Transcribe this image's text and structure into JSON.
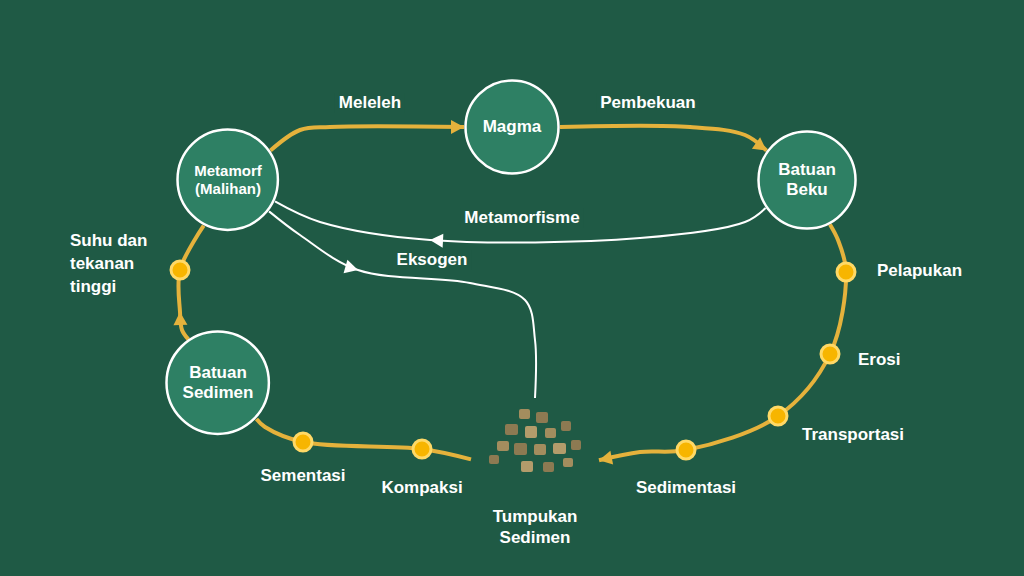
{
  "diagram": {
    "nodes": [
      {
        "text": [
          "Metamorf (Malihan)"
        ]
      },
      {
        "text": [
          "Magma"
        ]
      },
      {
        "text": [
          "Batuan Beku"
        ]
      },
      {
        "text": [
          "Batuan Sedimen"
        ]
      },
      {
        "text": [
          "Tumpukan Sedimen"
        ]
      }
    ],
    "edges": [
      {
        "from": 0,
        "to": 1,
        "arrow": "to",
        "label": "Meleleh"
      },
      {
        "from": 1,
        "to": 2,
        "arrow": "to",
        "label": "Pembekuan"
      },
      {
        "from": 2,
        "to": 0,
        "arrow": "to",
        "label": "Metamorfisme"
      },
      {
        "from": 0,
        "to": 4,
        "arrow": "to",
        "label": "Eksogen"
      },
      {
        "from": 2,
        "to": 4,
        "arrow": "to"
      },
      {
        "from": 4,
        "to": 3,
        "arrow": "none"
      },
      {
        "from": 3,
        "to": 0,
        "arrow": "to"
      }
    ],
    "labels": [
      "Suhu dan tekanan tinggi",
      "Pelapukan",
      "Erosi",
      "Transportasi",
      "Sedimentasi",
      "Kompaksi",
      "Sementasi"
    ]
  }
}
